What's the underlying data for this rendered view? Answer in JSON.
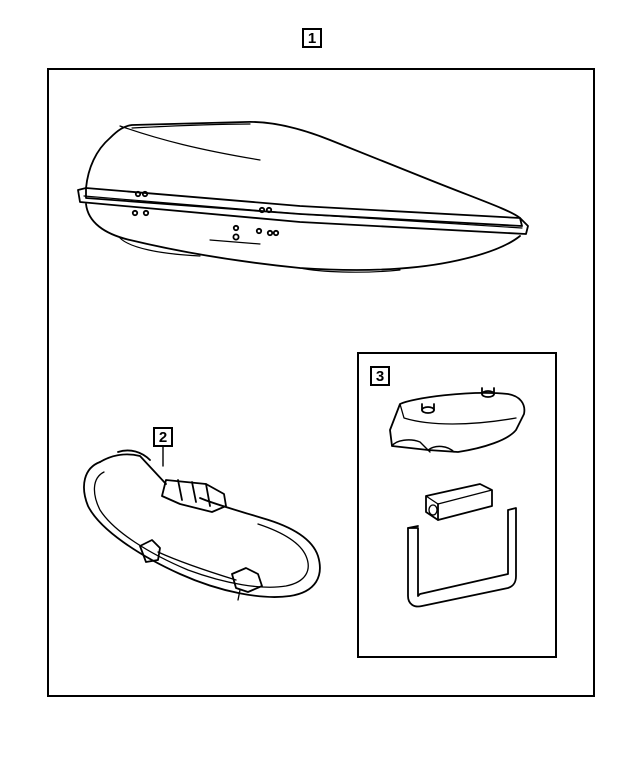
{
  "callouts": {
    "main": "1",
    "strap": "2",
    "mount": "3"
  },
  "parts": {
    "cargo_box": "cargo-box-icon",
    "strap": "tie-down-strap-icon",
    "mount_cap": "mount-cap-icon",
    "mount_block": "mount-block-icon",
    "u_bolt": "u-bolt-icon"
  },
  "colors": {
    "line": "#000000",
    "background": "#ffffff"
  }
}
